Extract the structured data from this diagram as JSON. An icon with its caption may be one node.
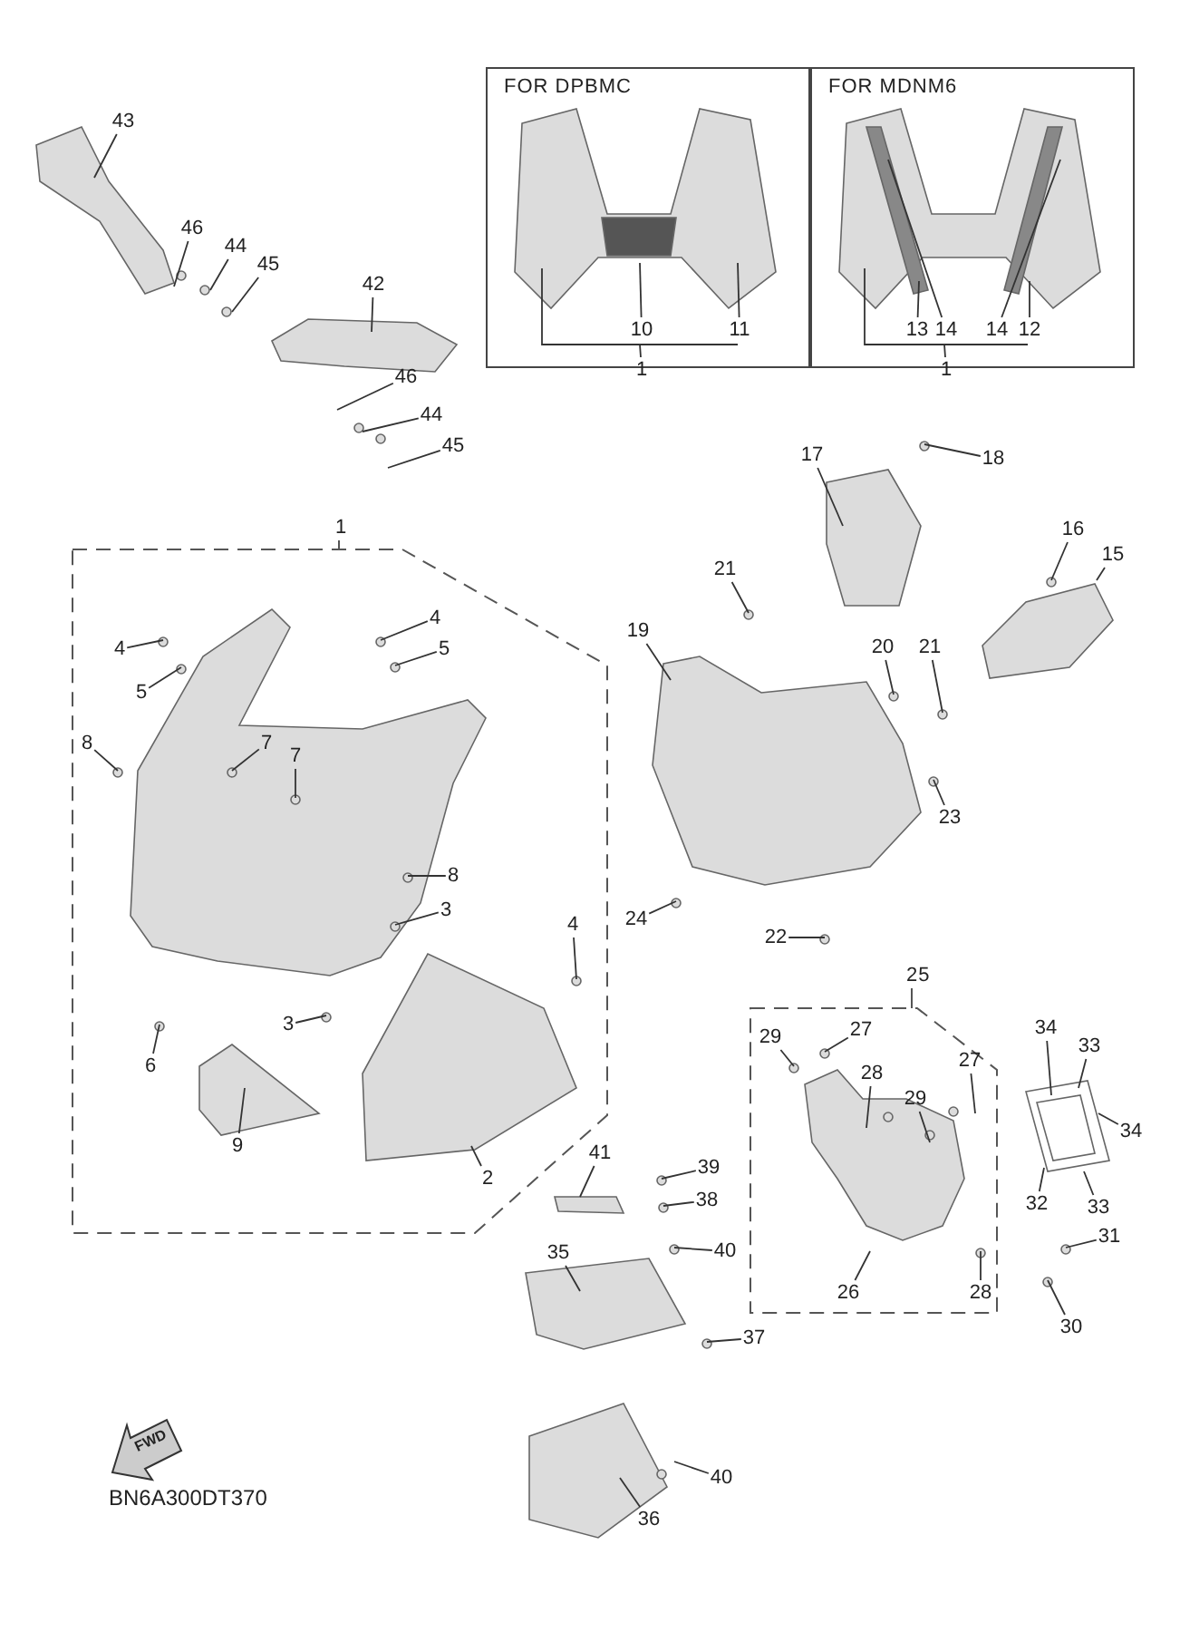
{
  "diagram": {
    "nodes": [
      {
        "text": [
          "43"
        ]
      },
      {
        "text": [
          "46"
        ]
      },
      {
        "text": [
          "44"
        ]
      },
      {
        "text": [
          "45"
        ]
      },
      {
        "text": [
          "42"
        ]
      },
      {
        "text": [
          "46"
        ]
      },
      {
        "text": [
          "44"
        ]
      },
      {
        "text": [
          "45"
        ]
      },
      {
        "text": [
          "FOR DPBMC"
        ]
      },
      {
        "text": [
          "10"
        ],
        "in": 8
      },
      {
        "text": [
          "11"
        ],
        "in": 8
      },
      {
        "text": [
          "1"
        ],
        "in": 8
      },
      {
        "text": [
          "FOR MDNM6"
        ]
      },
      {
        "text": [
          "13"
        ],
        "in": 12
      },
      {
        "text": [
          "14"
        ],
        "in": 12
      },
      {
        "text": [
          "14"
        ],
        "in": 12
      },
      {
        "text": [
          "12"
        ],
        "in": 12
      },
      {
        "text": [
          "1"
        ],
        "in": 12
      },
      {
        "text": [
          "17"
        ]
      },
      {
        "text": [
          "18"
        ]
      },
      {
        "text": [
          "1"
        ]
      },
      {
        "text": [
          "4"
        ],
        "in": 20
      },
      {
        "text": [
          "5"
        ],
        "in": 20
      },
      {
        "text": [
          "8"
        ],
        "in": 20
      },
      {
        "text": [
          "7"
        ],
        "in": 20
      },
      {
        "text": [
          "7"
        ],
        "in": 20
      },
      {
        "text": [
          "4"
        ],
        "in": 20
      },
      {
        "text": [
          "5"
        ],
        "in": 20
      },
      {
        "text": [
          "8"
        ],
        "in": 20
      },
      {
        "text": [
          "3"
        ],
        "in": 20
      },
      {
        "text": [
          "4"
        ],
        "in": 20
      },
      {
        "text": [
          "3"
        ],
        "in": 20
      },
      {
        "text": [
          "6"
        ],
        "in": 20
      },
      {
        "text": [
          "9"
        ],
        "in": 20
      },
      {
        "text": [
          "2"
        ],
        "in": 20
      },
      {
        "text": [
          "16"
        ]
      },
      {
        "text": [
          "15"
        ]
      },
      {
        "text": [
          "21"
        ]
      },
      {
        "text": [
          "19"
        ]
      },
      {
        "text": [
          "20"
        ]
      },
      {
        "text": [
          "21"
        ]
      },
      {
        "text": [
          "23"
        ]
      },
      {
        "text": [
          "24"
        ]
      },
      {
        "text": [
          "22"
        ]
      },
      {
        "text": [
          "25"
        ]
      },
      {
        "text": [
          "29"
        ],
        "in": 44
      },
      {
        "text": [
          "27"
        ],
        "in": 44
      },
      {
        "text": [
          "28"
        ],
        "in": 44
      },
      {
        "text": [
          "29"
        ],
        "in": 44
      },
      {
        "text": [
          "27"
        ],
        "in": 44
      },
      {
        "text": [
          "26"
        ],
        "in": 44
      },
      {
        "text": [
          "28"
        ],
        "in": 44
      },
      {
        "text": [
          "34"
        ]
      },
      {
        "text": [
          "33"
        ]
      },
      {
        "text": [
          "34"
        ]
      },
      {
        "text": [
          "32"
        ]
      },
      {
        "text": [
          "33"
        ]
      },
      {
        "text": [
          "31"
        ]
      },
      {
        "text": [
          "30"
        ]
      },
      {
        "text": [
          "41"
        ]
      },
      {
        "text": [
          "39"
        ]
      },
      {
        "text": [
          "38"
        ]
      },
      {
        "text": [
          "40"
        ]
      },
      {
        "text": [
          "35"
        ]
      },
      {
        "text": [
          "37"
        ]
      },
      {
        "text": [
          "40"
        ]
      },
      {
        "text": [
          "36"
        ]
      }
    ],
    "edges": [
      {
        "from": 0,
        "to": null,
        "arrow": "none"
      },
      {
        "from": 1,
        "to": null,
        "arrow": "none"
      },
      {
        "from": 2,
        "to": null,
        "arrow": "none"
      },
      {
        "from": 3,
        "to": null,
        "arrow": "none"
      },
      {
        "from": 4,
        "to": null,
        "arrow": "none"
      },
      {
        "from": 5,
        "to": null,
        "arrow": "none"
      },
      {
        "from": 6,
        "to": null,
        "arrow": "none"
      },
      {
        "from": 7,
        "to": null,
        "arrow": "none"
      },
      {
        "from": 9,
        "to": null,
        "arrow": "none"
      },
      {
        "from": 10,
        "to": null,
        "arrow": "none"
      },
      {
        "from": 11,
        "to": null,
        "arrow": "none"
      },
      {
        "from": 13,
        "to": null,
        "arrow": "none"
      },
      {
        "from": 14,
        "to": null,
        "arrow": "none"
      },
      {
        "from": 15,
        "to": null,
        "arrow": "none"
      },
      {
        "from": 16,
        "to": null,
        "arrow": "none"
      },
      {
        "from": 17,
        "to": null,
        "arrow": "none"
      },
      {
        "from": 18,
        "to": null,
        "arrow": "none"
      },
      {
        "from": 19,
        "to": null,
        "arrow": "none"
      },
      {
        "from": 21,
        "to": null,
        "arrow": "none"
      },
      {
        "from": 22,
        "to": null,
        "arrow": "none"
      },
      {
        "from": 23,
        "to": null,
        "arrow": "none"
      },
      {
        "from": 24,
        "to": null,
        "arrow": "none"
      },
      {
        "from": 25,
        "to": null,
        "arrow": "none"
      },
      {
        "from": 26,
        "to": null,
        "arrow": "none"
      },
      {
        "from": 27,
        "to": null,
        "arrow": "none"
      },
      {
        "from": 28,
        "to": null,
        "arrow": "none"
      },
      {
        "from": 29,
        "to": null,
        "arrow": "none"
      },
      {
        "from": 30,
        "to": null,
        "arrow": "none"
      },
      {
        "from": 31,
        "to": null,
        "arrow": "none"
      },
      {
        "from": 32,
        "to": null,
        "arrow": "none"
      },
      {
        "from": 33,
        "to": null,
        "arrow": "none"
      },
      {
        "from": 34,
        "to": null,
        "arrow": "none"
      },
      {
        "from": 35,
        "to": null,
        "arrow": "none"
      },
      {
        "from": 36,
        "to": null,
        "arrow": "none"
      },
      {
        "from": 37,
        "to": null,
        "arrow": "none"
      },
      {
        "from": 38,
        "to": null,
        "arrow": "none"
      },
      {
        "from": 39,
        "to": null,
        "arrow": "none"
      },
      {
        "from": 40,
        "to": null,
        "arrow": "none"
      },
      {
        "from": 41,
        "to": null,
        "arrow": "none"
      },
      {
        "from": 42,
        "to": null,
        "arrow": "none"
      },
      {
        "from": 43,
        "to": null,
        "arrow": "none"
      },
      {
        "from": 45,
        "to": null,
        "arrow": "none"
      },
      {
        "from": 46,
        "to": null,
        "arrow": "none"
      },
      {
        "from": 47,
        "to": null,
        "arrow": "none"
      },
      {
        "from": 48,
        "to": null,
        "arrow": "none"
      },
      {
        "from": 49,
        "to": null,
        "arrow": "none"
      },
      {
        "from": 50,
        "to": null,
        "arrow": "none"
      },
      {
        "from": 51,
        "to": null,
        "arrow": "none"
      },
      {
        "from": 52,
        "to": null,
        "arrow": "none"
      },
      {
        "from": 53,
        "to": null,
        "arrow": "none"
      },
      {
        "from": 54,
        "to": null,
        "arrow": "none"
      },
      {
        "from": 55,
        "to": null,
        "arrow": "none"
      },
      {
        "from": 56,
        "to": null,
        "arrow": "none"
      },
      {
        "from": 57,
        "to": null,
        "arrow": "none"
      },
      {
        "from": 58,
        "to": null,
        "arrow": "none"
      },
      {
        "from": 59,
        "to": null,
        "arrow": "none"
      },
      {
        "from": 60,
        "to": null,
        "arrow": "none"
      },
      {
        "from": 61,
        "to": null,
        "arrow": "none"
      },
      {
        "from": 62,
        "to": null,
        "arrow": "none"
      },
      {
        "from": 63,
        "to": null,
        "arrow": "none"
      },
      {
        "from": 64,
        "to": null,
        "arrow": "none"
      },
      {
        "from": 65,
        "to": null,
        "arrow": "none"
      },
      {
        "from": 66,
        "to": null,
        "arrow": "none"
      }
    ],
    "labels": [
      "FWD",
      "BN6A300DT370"
    ]
  }
}
